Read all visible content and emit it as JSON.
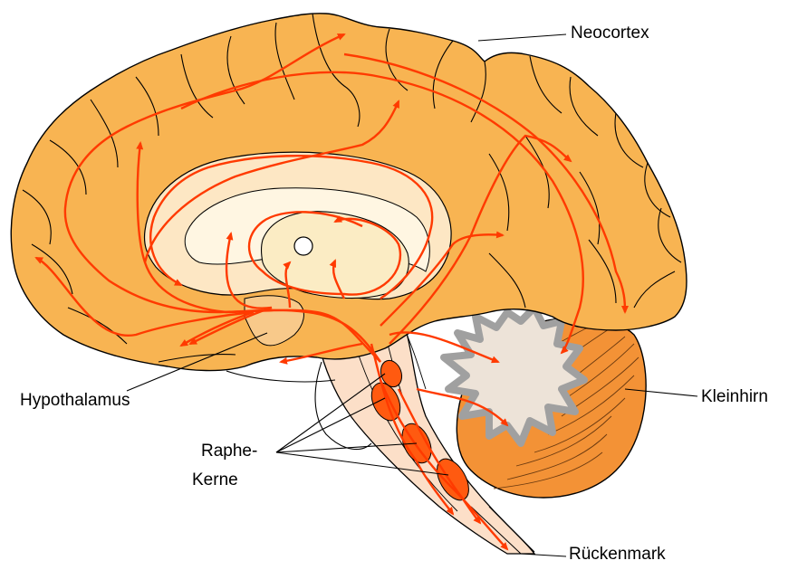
{
  "labels": {
    "neocortex": "Neocortex",
    "hypothalamus": "Hypothalamus",
    "kleinhirn": "Kleinhirn",
    "raphe_line1": "Raphe-",
    "raphe_line2": "Kerne",
    "rueckenmark": "Rückenmark"
  },
  "colors": {
    "cortex_fill": "#f8b452",
    "cortex_outline": "#000000",
    "white_matter": "#fde7c4",
    "ventricle": "#fff6e2",
    "thalamus": "#fbecc4",
    "brainstem": "#fcdfc8",
    "cerebellum_fill": "#f39236",
    "arbor_vitae_fill": "#ede3d8",
    "arbor_vitae_outline": "#a0a0a0",
    "pathway": "#ff3a00",
    "raphe_nuclei": "#ff5a10"
  }
}
